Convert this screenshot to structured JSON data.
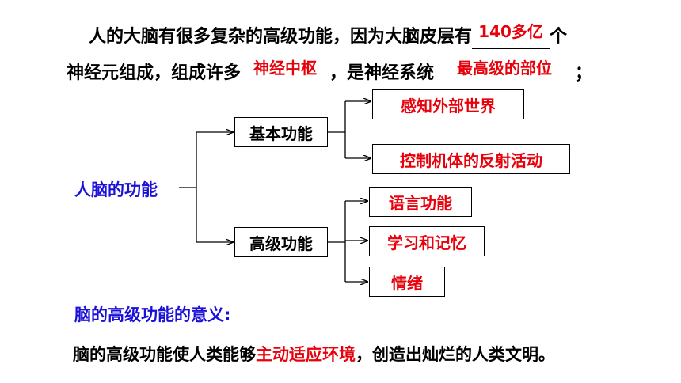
{
  "intro": {
    "line1_text": "人的大脑有很多复杂的高级功能，因为大脑皮层有",
    "blank1_answer": "140多亿",
    "line1_tail": "个",
    "line2_head": "神经元组成，组成许多",
    "blank2_answer": "神经中枢",
    "line2_mid": "，是神经系统",
    "blank3_answer": "最高级的部位",
    "line2_tail": "；"
  },
  "diagram": {
    "root_label": "人脑的功能",
    "basic": {
      "label": "基本功能",
      "children": [
        "感知外部世界",
        "控制机体的反射活动"
      ]
    },
    "advanced": {
      "label": "高级功能",
      "children": [
        "语言功能",
        "学习和记忆",
        "情绪"
      ]
    }
  },
  "significance": {
    "heading": "脑的高级功能的意义:",
    "text_before": "脑的高级功能使人类能够",
    "highlight": "主动适应环境",
    "text_after": "，创造出灿烂的人类文明。"
  },
  "colors": {
    "answer_red": "#e8000b",
    "heading_blue": "#1a10d8"
  }
}
